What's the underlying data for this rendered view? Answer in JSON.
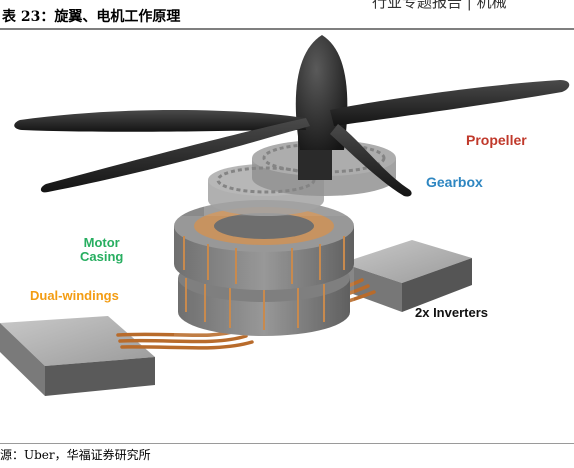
{
  "header": {
    "fragment": "行业专题报告 | 机械",
    "figure_title": "表 23：旋翼、电机工作原理"
  },
  "labels": {
    "propeller": "Propeller",
    "gearbox": "Gearbox",
    "motor_line1": "Motor",
    "motor_line2": "Casing",
    "dual_windings": "Dual-windings",
    "inverters": "2x Inverters"
  },
  "source": "源：Uber，华福证券研究所",
  "colors": {
    "propeller": "#c0392b",
    "gearbox": "#2e86c1",
    "motor_casing": "#27ae60",
    "dual_windings": "#f39c12",
    "inverters": "#111111",
    "cables": "#b86b2b"
  }
}
